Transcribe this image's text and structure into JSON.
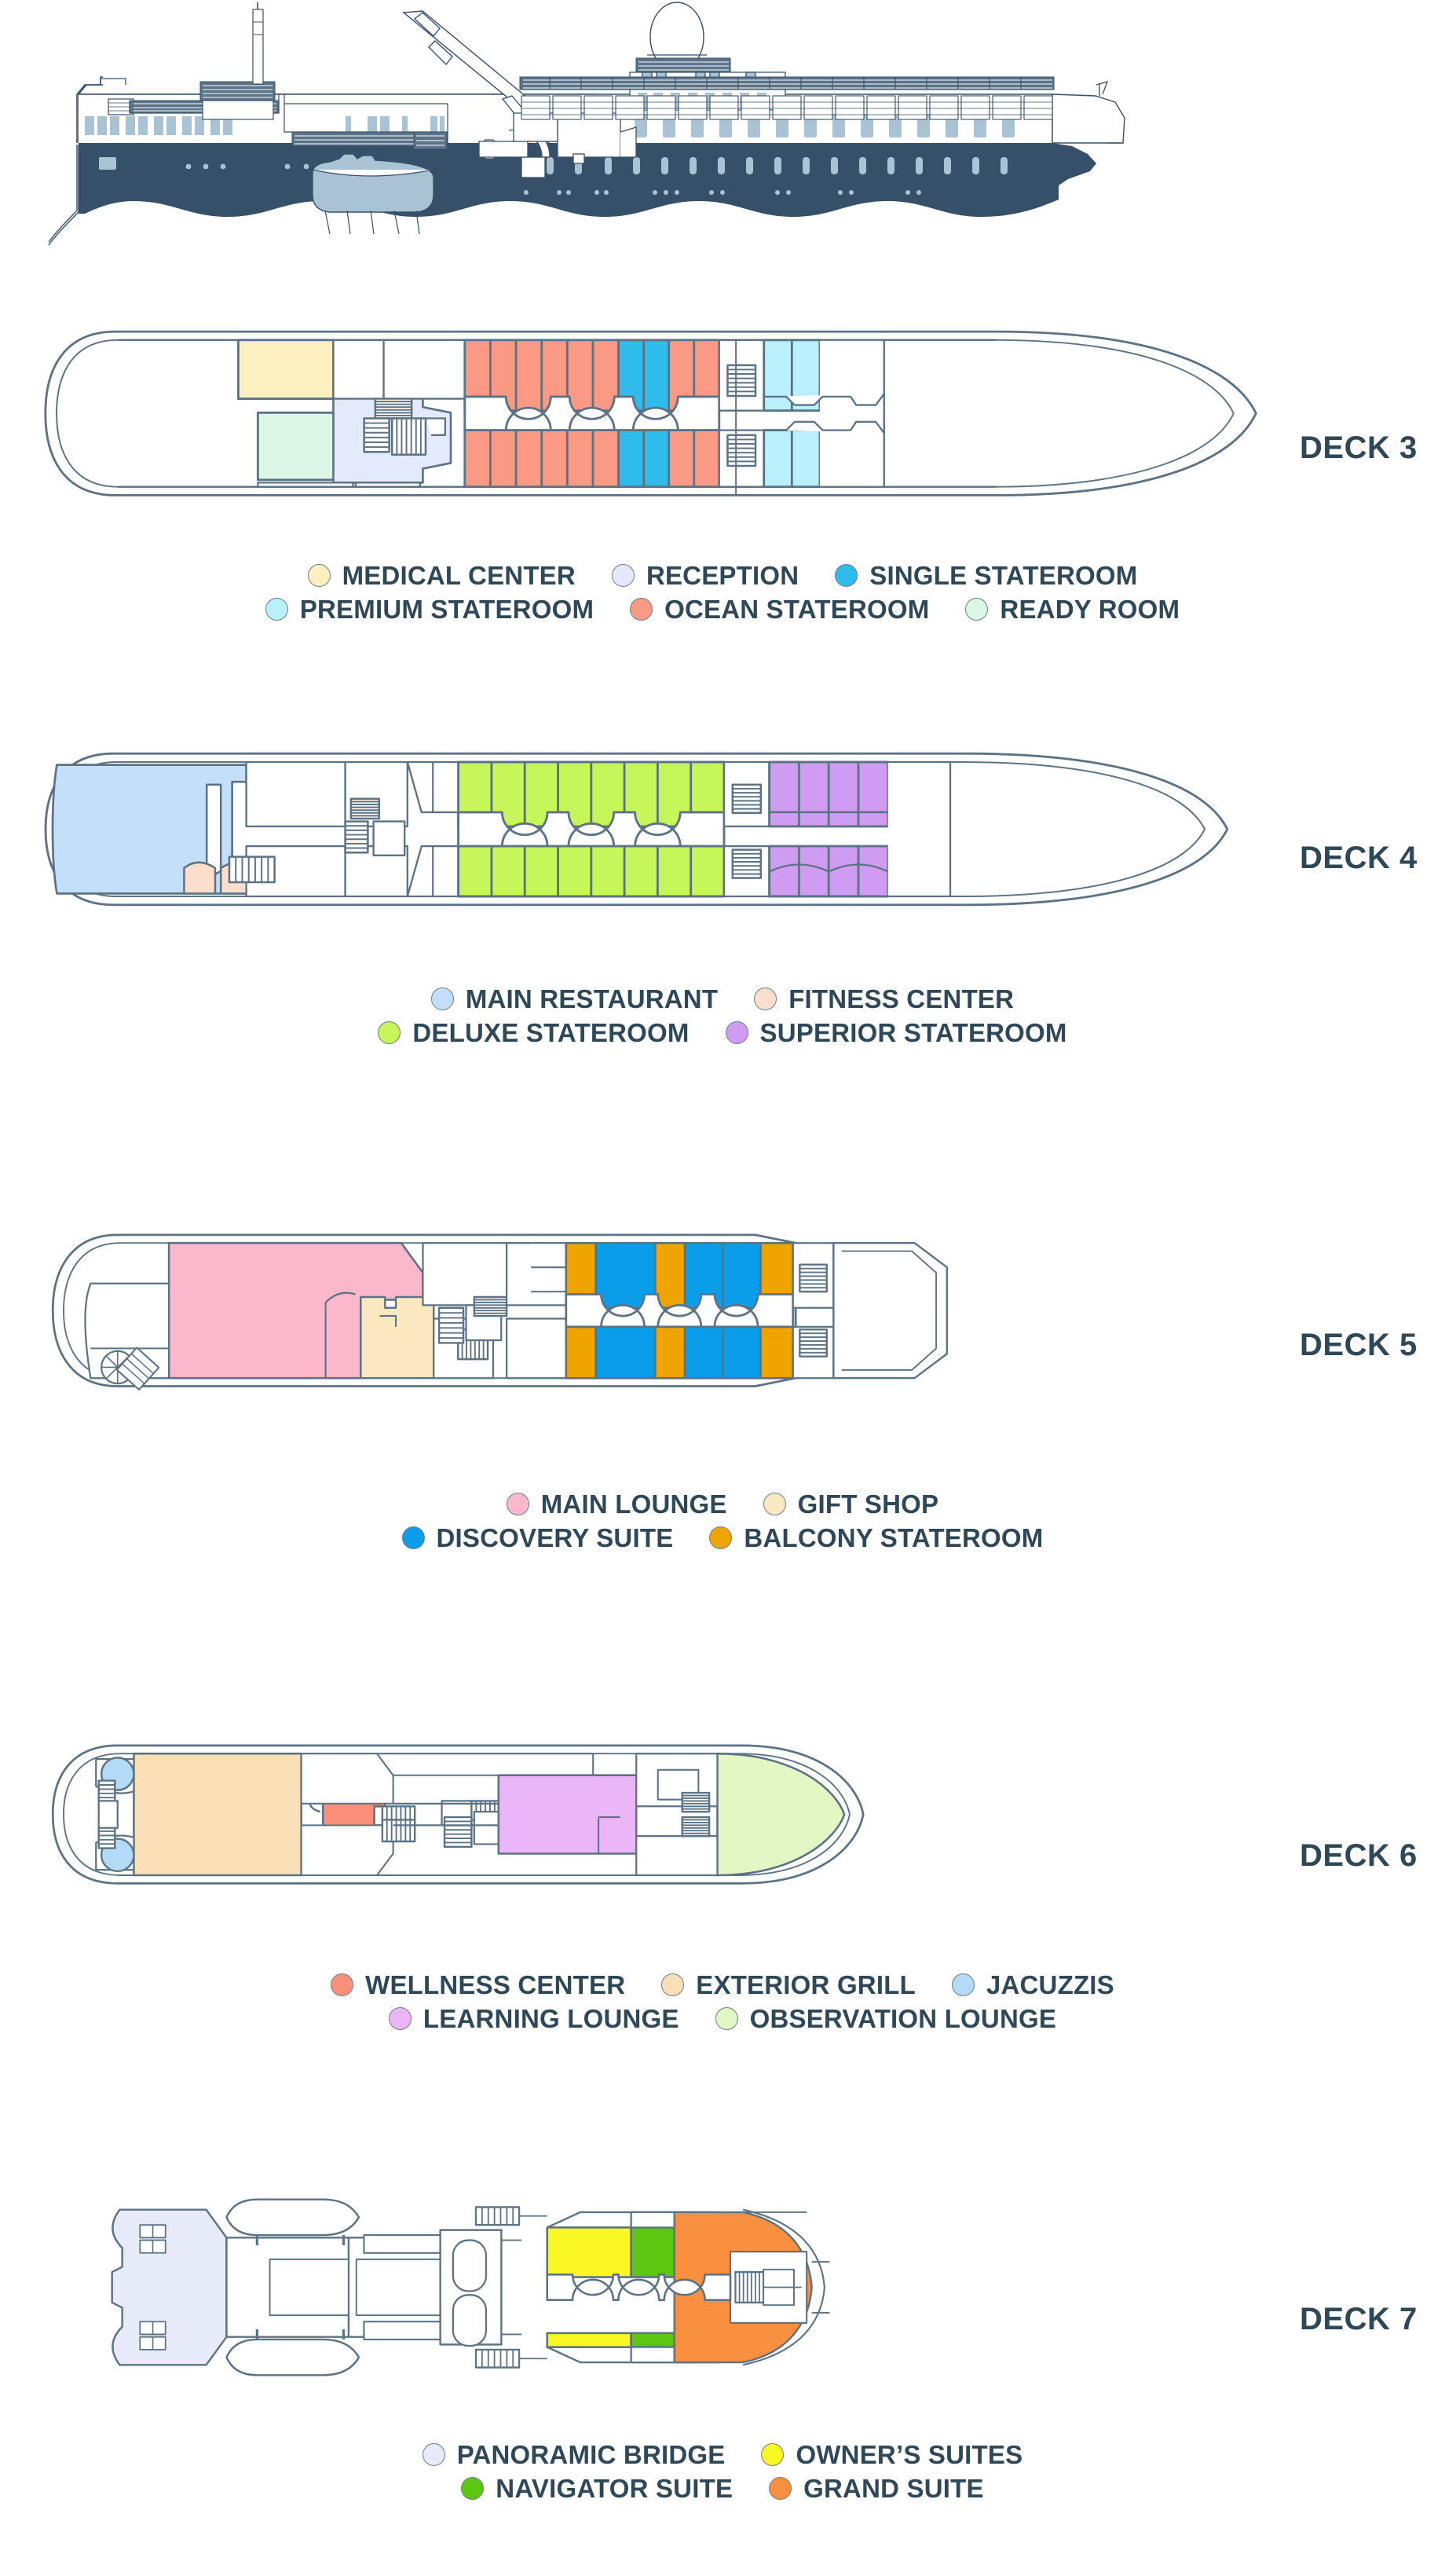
{
  "ship": {
    "name": "expedition-cruise-ship-profile",
    "hull_color": "#36506a",
    "accent_color": "#a9c3d4",
    "line_color": "#36506a",
    "wave_color": "#36506a"
  },
  "theme": {
    "text_color": "#2f4858",
    "outline_color": "#6b7f8c",
    "deck_outline": "#5c7385",
    "page_background": "#ffffff"
  },
  "decks": [
    {
      "label": "DECK 3",
      "legend_rows": [
        [
          {
            "label": "MEDICAL CENTER",
            "color": "#fdf0c0"
          },
          {
            "label": "RECEPTION",
            "color": "#e3eafc"
          },
          {
            "label": "SINGLE STATEROOM",
            "color": "#2fbbec"
          }
        ],
        [
          {
            "label": "PREMIUM STATEROOM",
            "color": "#b9f0fb"
          },
          {
            "label": "OCEAN STATEROOM",
            "color": "#fa9a84"
          },
          {
            "label": "READY ROOM",
            "color": "#dcf7e3"
          }
        ]
      ]
    },
    {
      "label": "DECK 4",
      "legend_rows": [
        [
          {
            "label": "MAIN RESTAURANT",
            "color": "#c4dffa"
          },
          {
            "label": "FITNESS CENTER",
            "color": "#fbdfcc"
          }
        ],
        [
          {
            "label": "DELUXE STATEROOM",
            "color": "#c7f65a"
          },
          {
            "label": "SUPERIOR STATEROOM",
            "color": "#d09cf2"
          }
        ]
      ]
    },
    {
      "label": "DECK 5",
      "legend_rows": [
        [
          {
            "label": "MAIN LOUNGE",
            "color": "#fbb8cd"
          },
          {
            "label": "GIFT SHOP",
            "color": "#fce8c0"
          }
        ],
        [
          {
            "label": "DISCOVERY SUITE",
            "color": "#0a9eea"
          },
          {
            "label": "BALCONY STATEROOM",
            "color": "#f0a400"
          }
        ]
      ]
    },
    {
      "label": "DECK 6",
      "legend_rows": [
        [
          {
            "label": "WELLNESS CENTER",
            "color": "#fb8f79"
          },
          {
            "label": "EXTERIOR GRILL",
            "color": "#fbdfb6"
          },
          {
            "label": "JACUZZIS",
            "color": "#b3daf7"
          }
        ],
        [
          {
            "label": "LEARNING LOUNGE",
            "color": "#eab6f7"
          },
          {
            "label": "OBSERVATION LOUNGE",
            "color": "#e2f7c4"
          }
        ]
      ]
    },
    {
      "label": "DECK 7",
      "legend_rows": [
        [
          {
            "label": "PANORAMIC BRIDGE",
            "color": "#e6eaf9"
          },
          {
            "label": "OWNER’S SUITES",
            "color": "#fbf725"
          }
        ],
        [
          {
            "label": "NAVIGATOR SUITE",
            "color": "#5cc611"
          },
          {
            "label": "GRAND SUITE",
            "color": "#f89040"
          }
        ]
      ]
    }
  ]
}
